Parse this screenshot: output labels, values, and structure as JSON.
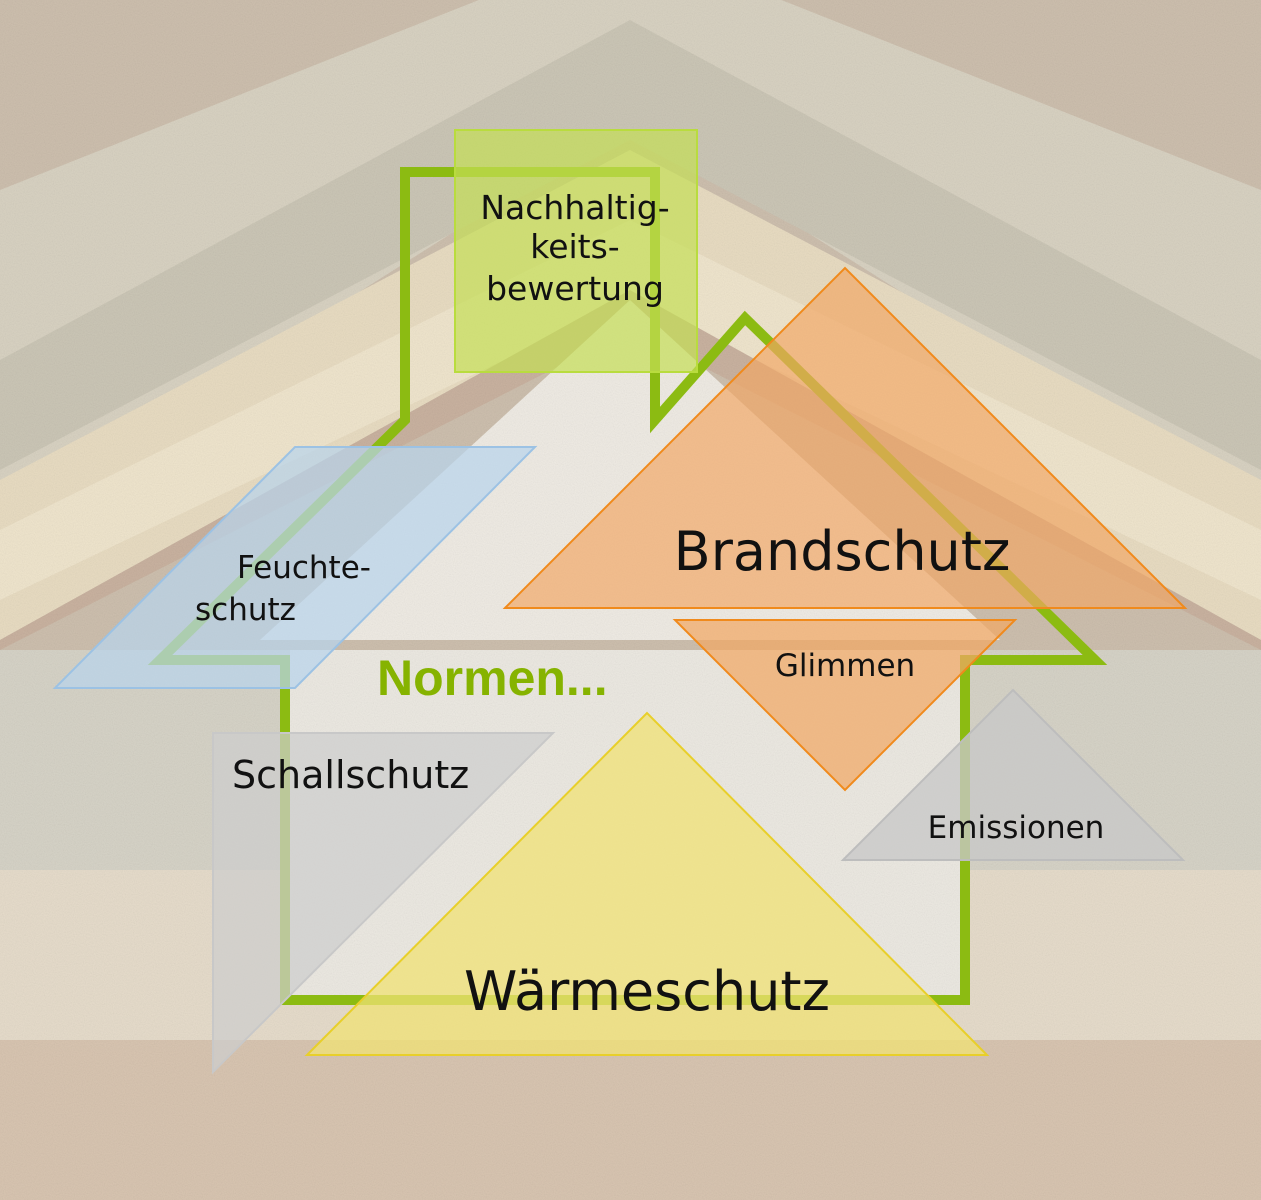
{
  "diagram": {
    "center_label": "Normen...",
    "topics": {
      "nachhaltigkeit": [
        "Nachhaltig-",
        "keits-",
        "bewertung"
      ],
      "feuchteschutz": [
        "Feuchte-",
        "schutz"
      ],
      "brandschutz": "Brandschutz",
      "glimmen": "Glimmen",
      "schallschutz": "Schallschutz",
      "emissionen": "Emissionen",
      "waermeschutz": "Wärmeschutz"
    },
    "colors": {
      "house_outline": "#8cbb12",
      "nachhaltigkeit": "#c4de55",
      "feuchteschutz": "#b9d4ec",
      "brandschutz": "#f1a764",
      "brandschutz_stroke": "#f08a1c",
      "schallschutz": "#d2d2d2",
      "waermeschutz": "#f0e274",
      "waermeschutz_stroke": "#e8cf2a"
    }
  }
}
